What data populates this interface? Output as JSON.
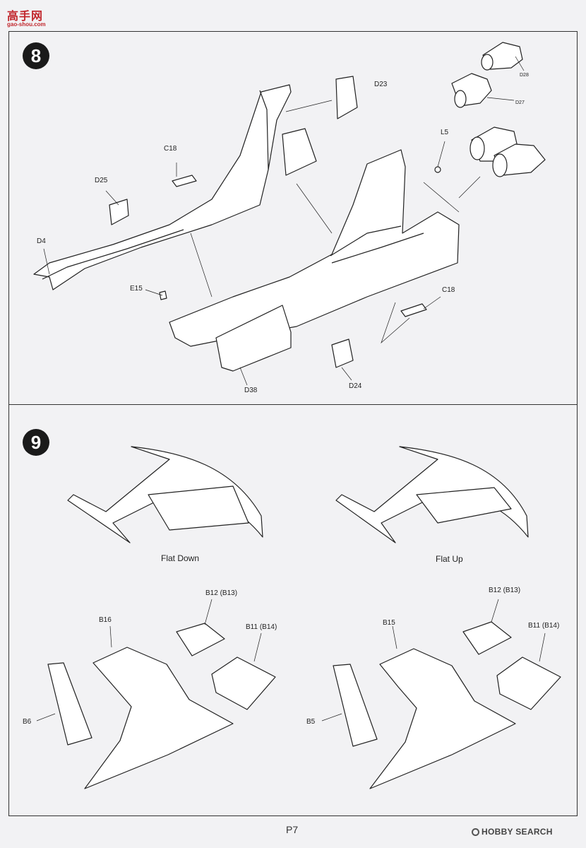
{
  "watermark": {
    "site_name": "高手网",
    "site_url": "gao-shou.com"
  },
  "steps": [
    {
      "number": "8",
      "parts": {
        "d28": "D28",
        "d23": "D23",
        "d27": "D27",
        "c18_top": "C18",
        "l5": "L5",
        "d25": "D25",
        "d4": "D4",
        "e15": "E15",
        "c18_right": "C18",
        "d38": "D38",
        "d24": "D24"
      }
    },
    {
      "number": "9",
      "captions": {
        "left": "Flat Down",
        "right": "Flat Up"
      },
      "parts": {
        "b12_left": "B12 (B13)",
        "b16": "B16",
        "b11_left": "B11 (B14)",
        "b6": "B6",
        "b12_right": "B12 (B13)",
        "b15": "B15",
        "b11_right": "B11 (B14)",
        "b5": "B5"
      }
    }
  ],
  "footer": {
    "page_number": "P7",
    "credit": "HOBBY SEARCH"
  }
}
